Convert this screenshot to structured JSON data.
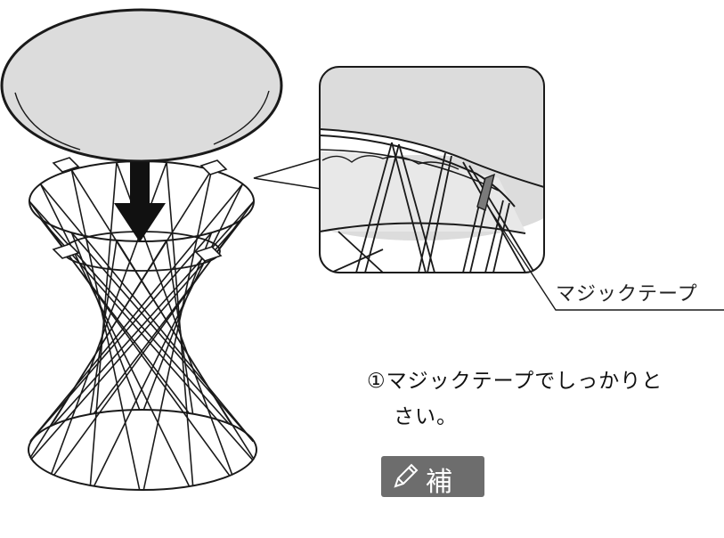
{
  "callout": {
    "label": "マジックテープ"
  },
  "instructions": {
    "step_1_line_1": "①マジックテープでしっかりと",
    "step_1_line_2": "さい。"
  },
  "note_badge": {
    "label": "補足",
    "icon": "pencil-icon"
  },
  "colors": {
    "seat": "#dcdcdc",
    "frame": "#1a1a1a",
    "tape": "#7a7a7a",
    "badge": "#6d6d6d"
  }
}
